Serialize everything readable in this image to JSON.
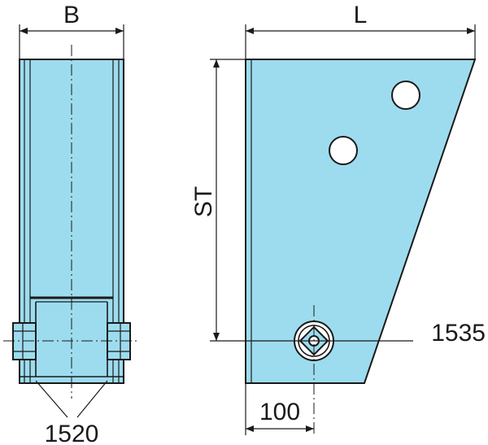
{
  "labels": {
    "width": "B",
    "length": "L",
    "height": "ST",
    "offset": "100",
    "left_part_ref": "1520",
    "right_part_ref": "1535"
  },
  "colors": {
    "part_fill": "#9ddcee",
    "outline": "#1a1a1a",
    "background": "#ffffff"
  }
}
